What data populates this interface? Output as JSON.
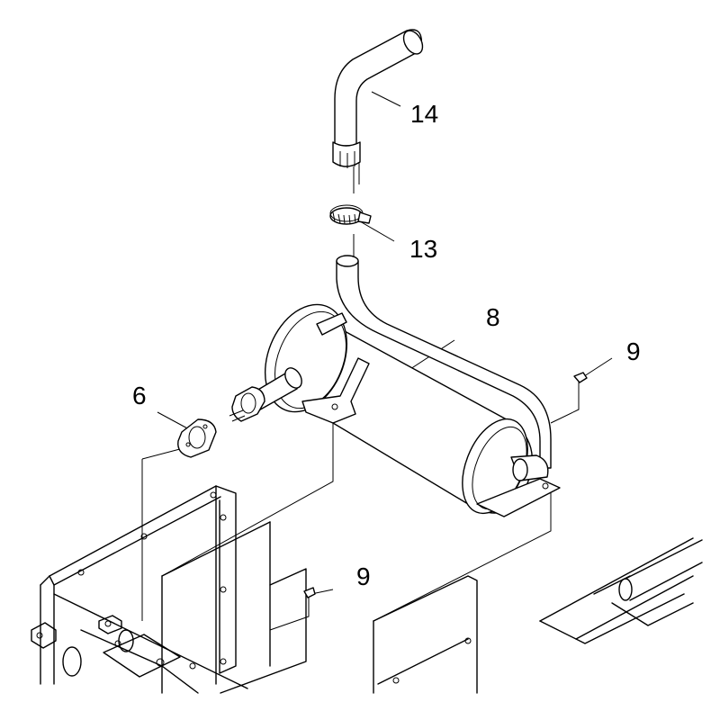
{
  "callouts": {
    "tailpipe": "14",
    "hose_clamp": "13",
    "exhaust_pipe": "8",
    "bolt_upper": "9",
    "gasket": "6",
    "bolt_lower": "9"
  },
  "colors": {
    "line": "#000000",
    "background": "#ffffff"
  }
}
